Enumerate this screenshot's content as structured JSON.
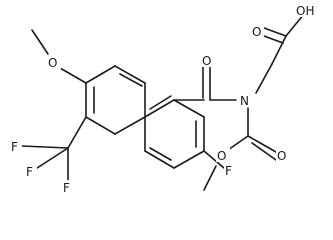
{
  "molecule": {
    "atoms": {
      "oh": "OH",
      "acid_o": "O",
      "n": "N",
      "amide_o": "O",
      "ether_o_top": "O",
      "carb_o_dbl": "O",
      "carb_o_single": "O",
      "f_ring": "F",
      "f1": "F",
      "f2": "F",
      "f3": "F"
    }
  }
}
